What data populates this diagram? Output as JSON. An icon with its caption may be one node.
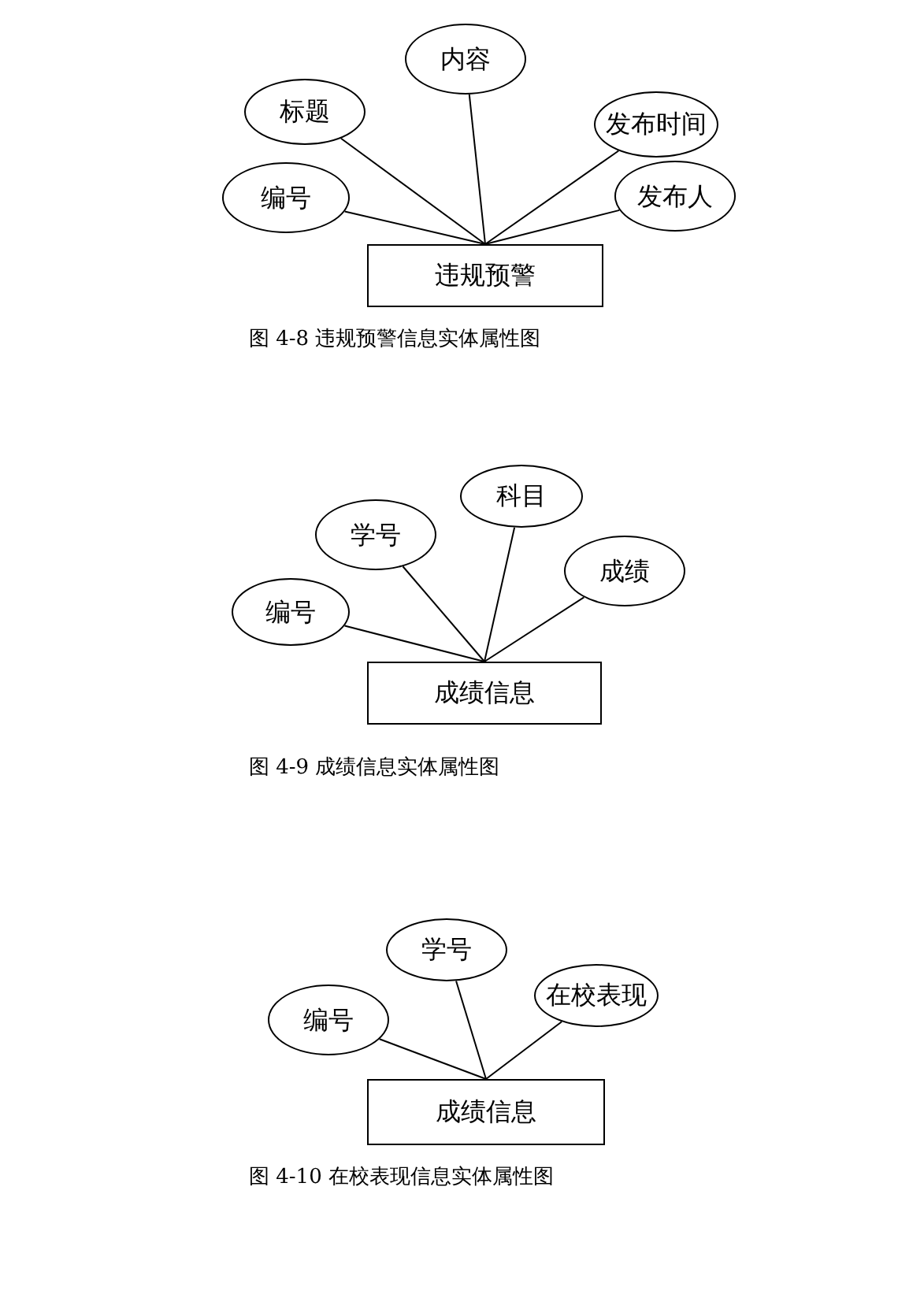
{
  "diagram": {
    "nodes": [
      {
        "text": [
          "内容"
        ]
      },
      {
        "text": [
          "标题"
        ]
      },
      {
        "text": [
          "发布时间"
        ]
      },
      {
        "text": [
          "编号"
        ]
      },
      {
        "text": [
          "发布人"
        ]
      },
      {
        "text": [
          "违规预警"
        ]
      },
      {
        "text": [
          "科目"
        ]
      },
      {
        "text": [
          "学号"
        ]
      },
      {
        "text": [
          "成绩"
        ]
      },
      {
        "text": [
          "编号"
        ]
      },
      {
        "text": [
          "成绩信息"
        ]
      },
      {
        "text": [
          "学号"
        ]
      },
      {
        "text": [
          "在校表现"
        ]
      },
      {
        "text": [
          "编号"
        ]
      },
      {
        "text": [
          "成绩信息"
        ]
      }
    ],
    "edges": [
      {
        "from": 0,
        "to": 5,
        "arrow": "none"
      },
      {
        "from": 1,
        "to": 5,
        "arrow": "none"
      },
      {
        "from": 2,
        "to": 5,
        "arrow": "none"
      },
      {
        "from": 3,
        "to": 5,
        "arrow": "none"
      },
      {
        "from": 4,
        "to": 5,
        "arrow": "none"
      },
      {
        "from": 6,
        "to": 10,
        "arrow": "none"
      },
      {
        "from": 7,
        "to": 10,
        "arrow": "none"
      },
      {
        "from": 8,
        "to": 10,
        "arrow": "none"
      },
      {
        "from": 9,
        "to": 10,
        "arrow": "none"
      },
      {
        "from": 11,
        "to": 14,
        "arrow": "none"
      },
      {
        "from": 12,
        "to": 14,
        "arrow": "none"
      },
      {
        "from": 13,
        "to": 14,
        "arrow": "none"
      }
    ],
    "labels": [
      "图 4-8 违规预警信息实体属性图",
      "图 4-9 成绩信息实体属性图",
      "图 4-10 在校表现信息实体属性图"
    ]
  }
}
